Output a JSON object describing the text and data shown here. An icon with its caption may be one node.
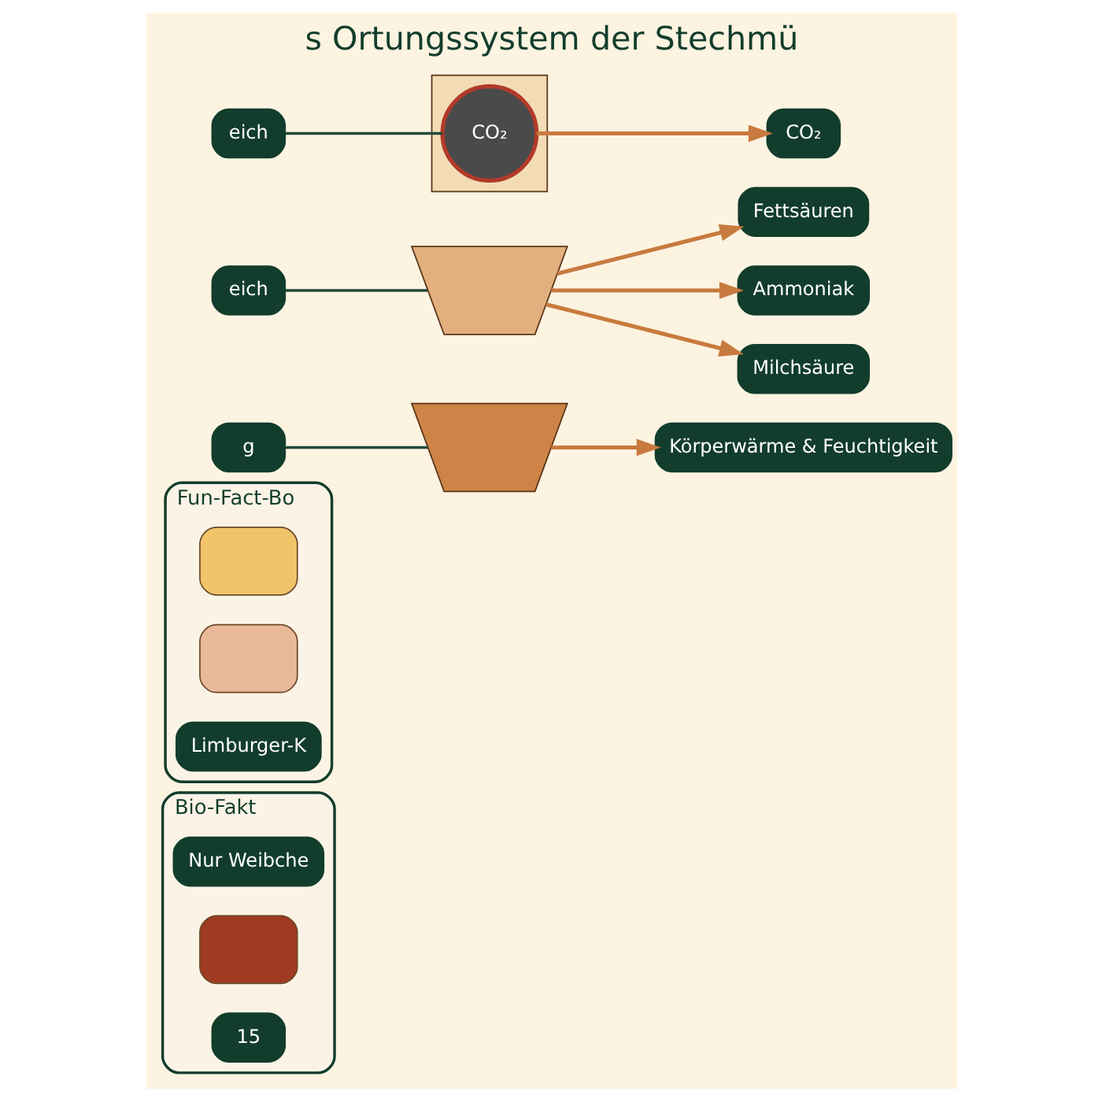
{
  "diagram": {
    "title": "s Ortungssystem der Stechmü",
    "nodes": [
      {
        "text": [
          "eich"
        ]
      },
      {
        "text": [],
        "shape": "band"
      },
      {
        "text": [
          "CO₂"
        ],
        "in": 1
      },
      {
        "text": [
          "CO₂"
        ]
      },
      {
        "text": [
          "eich"
        ]
      },
      {
        "text": [],
        "shape": "band"
      },
      {
        "text": [
          "Milchsäure"
        ]
      },
      {
        "text": [
          "Ammoniak"
        ]
      },
      {
        "text": [
          "Fettsäuren"
        ]
      },
      {
        "text": [
          "g"
        ]
      },
      {
        "text": [],
        "shape": "band"
      },
      {
        "text": [
          "Körperwärme & Feuchtigkeit"
        ]
      },
      {
        "text": [
          "Fun-Fact-Bo"
        ]
      },
      {
        "text": [],
        "shape": "box",
        "in": 12
      },
      {
        "text": [],
        "shape": "box",
        "in": 12
      },
      {
        "text": [
          "Limburger-K"
        ],
        "in": 12
      },
      {
        "text": [
          "Bio-Fakt"
        ]
      },
      {
        "text": [
          "Nur Weibche"
        ],
        "in": 16
      },
      {
        "text": [],
        "shape": "box",
        "in": 16
      },
      {
        "text": [
          "15"
        ],
        "in": 16
      }
    ],
    "edges": [
      {
        "from": 0,
        "to": 2,
        "arrow": "none",
        "color": "#1f4a3a"
      },
      {
        "from": 2,
        "to": 3,
        "arrow": "to"
      },
      {
        "from": 4,
        "to": 5,
        "arrow": "none",
        "color": "#1f4a3a"
      },
      {
        "from": 5,
        "to": 6,
        "arrow": "to"
      },
      {
        "from": 5,
        "to": 7,
        "arrow": "to"
      },
      {
        "from": 5,
        "to": 8,
        "arrow": "to"
      },
      {
        "from": 9,
        "to": 10,
        "arrow": "none",
        "color": "#1f4a3a"
      },
      {
        "from": 10,
        "to": 11,
        "arrow": "to"
      }
    ]
  }
}
